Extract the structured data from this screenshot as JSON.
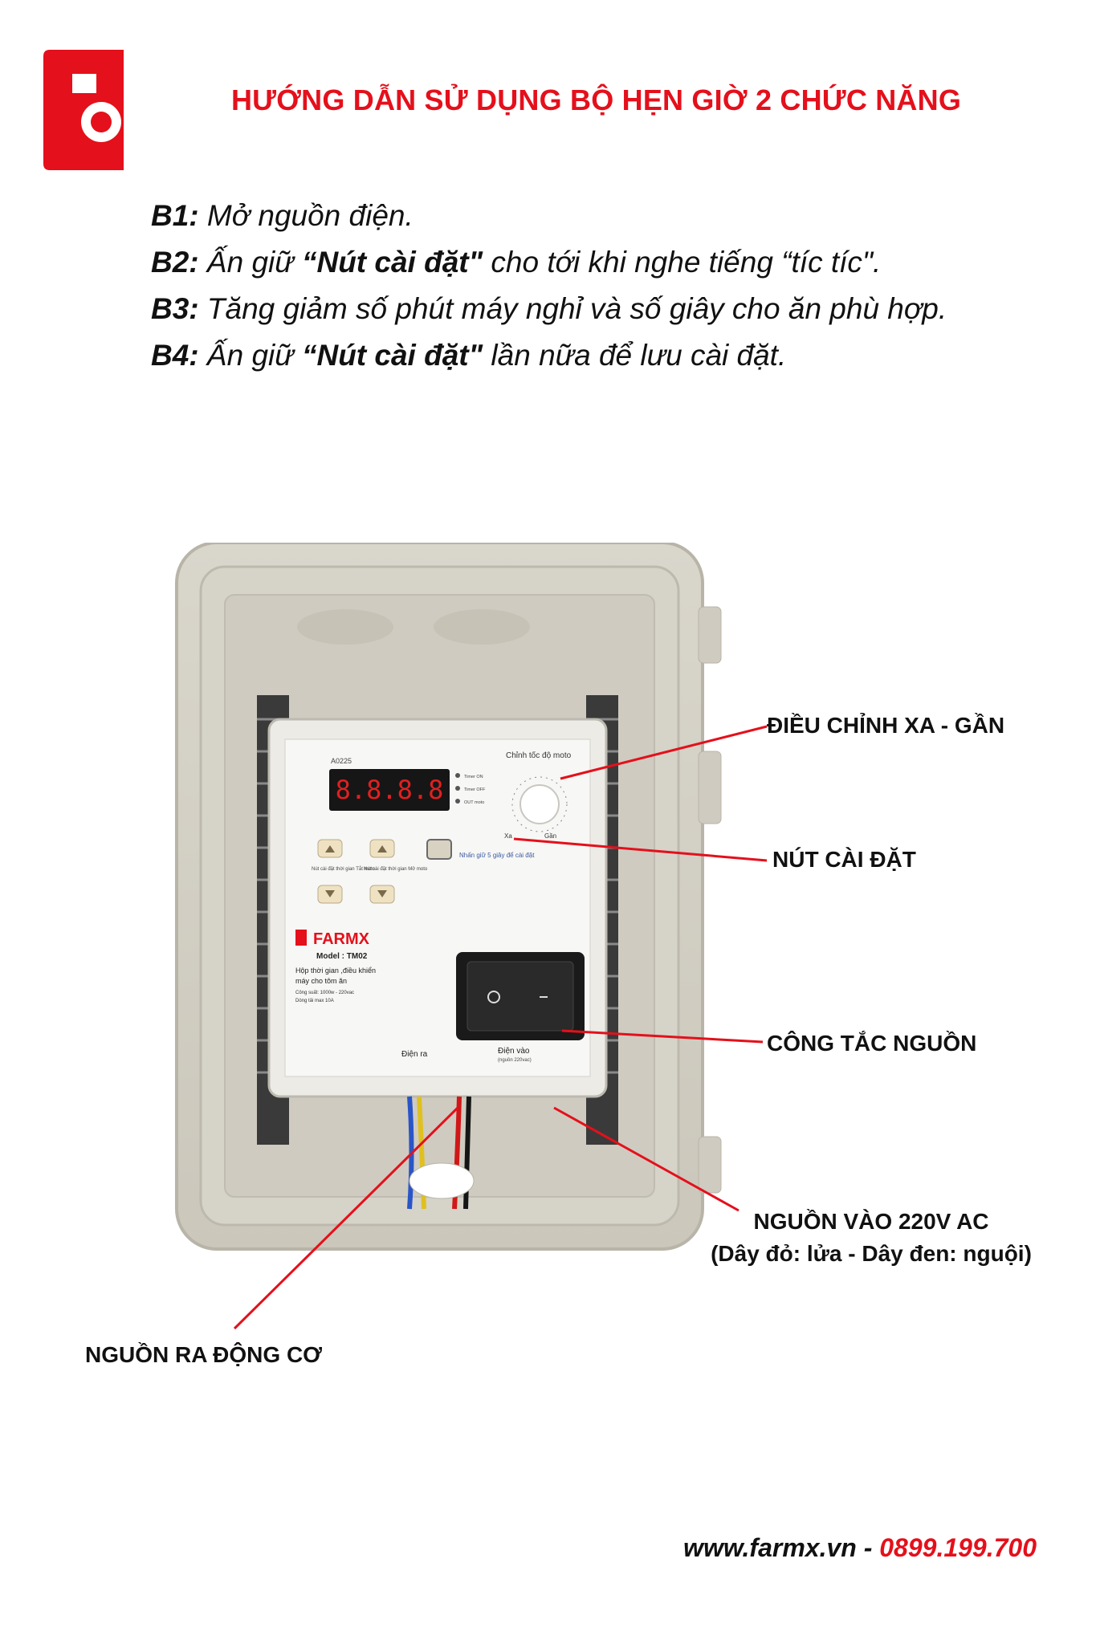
{
  "header": {
    "title": "HƯỚNG DẪN SỬ DỤNG BỘ HẸN GIỜ 2 CHỨC NĂNG",
    "brand_color": "#e4101b"
  },
  "steps": [
    {
      "label": "B1:",
      "pre": " Mở nguồn điện.",
      "key": "",
      "post": ""
    },
    {
      "label": "B2:",
      "pre": " Ấn giữ ",
      "key": "“Nút cài đặt\"",
      "post": " cho tới khi nghe tiếng “tíc tíc\"."
    },
    {
      "label": "B3:",
      "pre": " Tăng giảm số phút máy nghỉ và số giây cho ăn phù hợp.",
      "key": "",
      "post": ""
    },
    {
      "label": "B4:",
      "pre": " Ấn giữ ",
      "key": "“Nút cài đặt\"",
      "post": " lần nữa để lưu cài đặt."
    }
  ],
  "device": {
    "code": "A0225",
    "display": "8.8.8.8",
    "speed_label": "Chỉnh tốc độ moto",
    "led_labels": [
      "Timer ON",
      "Timer OFF",
      "OUT moto"
    ],
    "btn_note_left": "Nút cài đặt thời gian Tắt moto",
    "btn_note_right": "Nút cài đặt thời gian Mở moto",
    "hold_note": "Nhấn giữ 5 giây để cài đặt",
    "dial_min": "Xa",
    "dial_max": "Gần",
    "brand": "FARMX",
    "model": "Model : TM02",
    "desc_1": "Hộp thời gian ,điều khiển",
    "desc_2": "máy cho tôm ăn",
    "spec_1": "Công suất: 1000w - 220vac",
    "spec_2": "Dòng tải max 10A",
    "out_label": "Điện ra",
    "in_label": "Điện vào",
    "in_sub": "(nguồn 220vac)"
  },
  "callouts": {
    "distance": "ĐIỀU CHỈNH XA - GẦN",
    "setting": "NÚT CÀI ĐẶT",
    "power_switch": "CÔNG TẮC NGUỒN",
    "input_1": "NGUỒN VÀO 220V AC",
    "input_2": "(Dây đỏ: lửa - Dây đen: nguội)",
    "output": "NGUỒN RA ĐỘNG CƠ"
  },
  "footer": {
    "website": "www.farmx.vn - ",
    "phone": "0899.199.700"
  }
}
